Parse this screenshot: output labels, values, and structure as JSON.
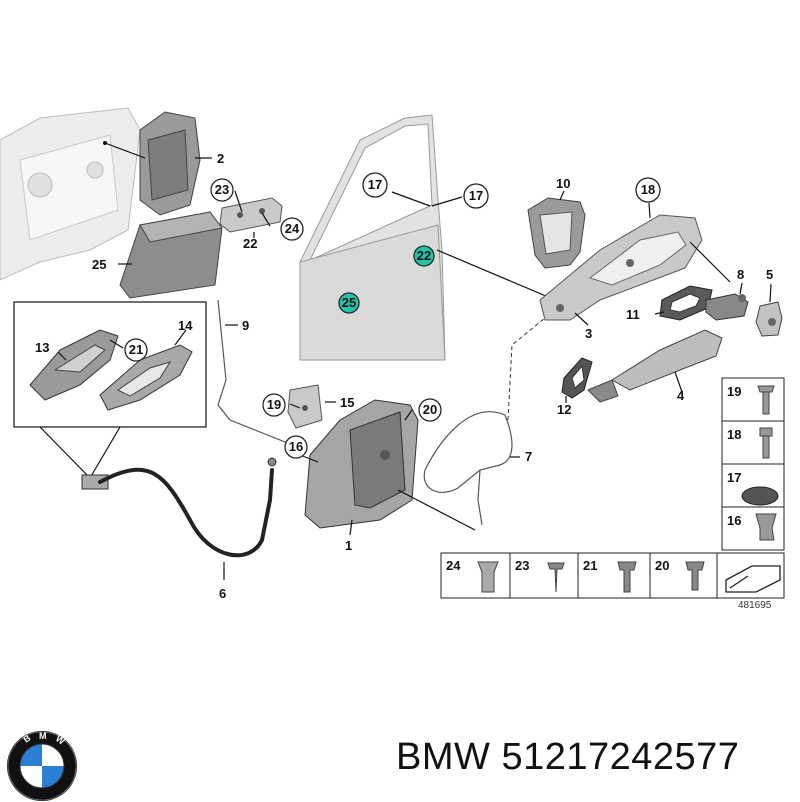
{
  "diagram": {
    "callouts": [
      "1",
      "2",
      "3",
      "4",
      "5",
      "6",
      "7",
      "8",
      "9",
      "10",
      "11",
      "12",
      "13",
      "14",
      "15",
      "16",
      "17",
      "17",
      "18",
      "19",
      "20",
      "21",
      "22",
      "22",
      "23",
      "24",
      "25",
      "25"
    ],
    "legend_right": [
      "19",
      "18",
      "17",
      "16"
    ],
    "legend_bottom": [
      "24",
      "23",
      "21",
      "20"
    ],
    "ref_number": "481695"
  },
  "footer": {
    "brand": "BMW",
    "part_number": "51217242577",
    "logo_letters": "BMW"
  },
  "colors": {
    "highlight_callout": "#22c4a8",
    "part_gray": "#c9c9c9",
    "logo_blue": "#2a7fd4"
  }
}
